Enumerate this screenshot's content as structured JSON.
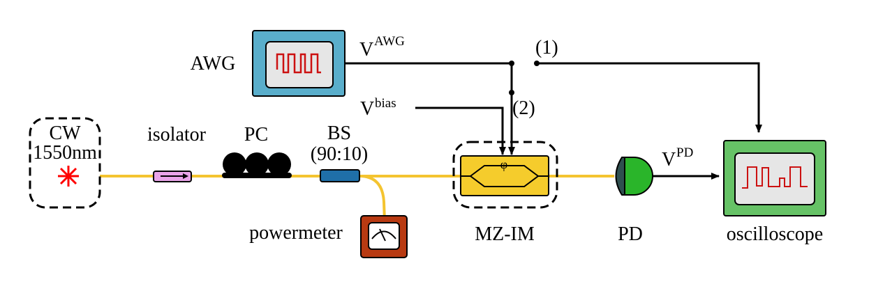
{
  "labels": {
    "cw": "CW",
    "wavelength": "1550nm",
    "isolator": "isolator",
    "pc": "PC",
    "bs": "BS",
    "bs_ratio": "(90:10)",
    "powermeter": "powermeter",
    "awg": "AWG",
    "v_awg_base": "V",
    "v_awg_sup": "AWG",
    "v_bias_base": "V",
    "v_bias_sup": "bias",
    "switch_1": "(1)",
    "switch_2": "(2)",
    "mzim": "MZ-IM",
    "phi": "φ",
    "pd": "PD",
    "v_pd_base": "V",
    "v_pd_sup": "PD",
    "oscilloscope": "oscilloscope"
  },
  "colors": {
    "fiber": "#f4c430",
    "laser": "#ff0000",
    "awg_body": "#5aaecb",
    "scope_body": "#66c266",
    "screen": "#e6e6e6",
    "isolator": "#e8a4e8",
    "bs": "#1f6fa8",
    "powermeter_body": "#b83a12",
    "mzim_body": "#f5cc2c",
    "pd_green": "#2ab52a",
    "pd_dark": "#2f4f4f",
    "trace": "#cc1111"
  }
}
